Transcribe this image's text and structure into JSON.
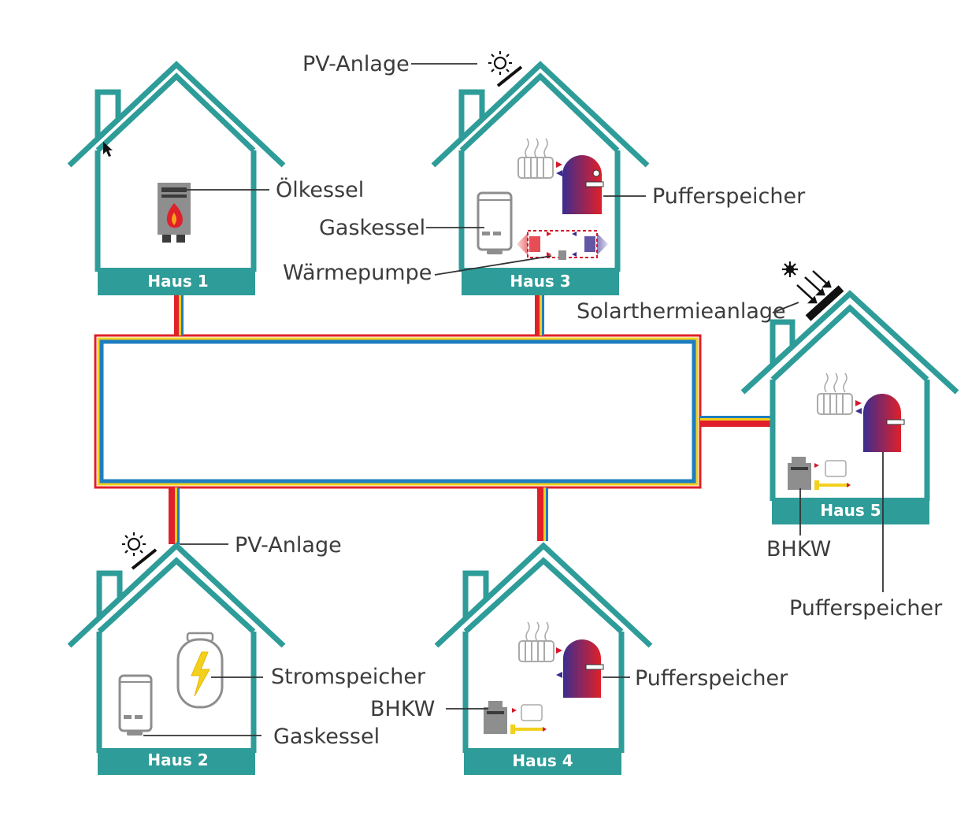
{
  "houses": {
    "h1": {
      "label": "Haus 1"
    },
    "h2": {
      "label": "Haus 2"
    },
    "h3": {
      "label": "Haus 3"
    },
    "h4": {
      "label": "Haus 4"
    },
    "h5": {
      "label": "Haus 5"
    }
  },
  "labels": {
    "oelkessel": "Ölkessel",
    "pv_h3": "PV-Anlage",
    "gaskessel_h3": "Gaskessel",
    "waermepumpe": "Wärmepumpe",
    "pufferspeicher_h3": "Pufferspeicher",
    "solarthermie": "Solarthermieanlage",
    "bhkw_h5": "BHKW",
    "pufferspeicher_h5": "Pufferspeicher",
    "pv_h2": "PV-Anlage",
    "stromspeicher": "Stromspeicher",
    "gaskessel_h2": "Gaskessel",
    "bhkw_h4": "BHKW",
    "pufferspeicher_h4": "Pufferspeicher"
  },
  "colors": {
    "house": "#2e9c98",
    "pipe_red": "#e0202a",
    "pipe_yellow": "#f2d01e",
    "pipe_blue": "#1f7dc0",
    "hot": "#d6182a",
    "cold": "#3a2d8f"
  }
}
